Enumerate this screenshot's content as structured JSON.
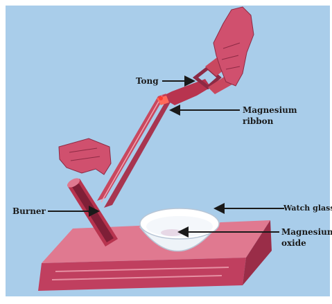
{
  "labels": {
    "tong": "Tong",
    "ribbon_line1": "Magnesium",
    "ribbon_line2": "ribbon",
    "burner": "Burner",
    "watch_glass": "Watch glass",
    "oxide_line1": "Magnesium",
    "oxide_line2": "oxide"
  },
  "colors": {
    "background": "#a9cdea",
    "apparatus": "#d0506e",
    "apparatus_dark": "#8c2a44",
    "glass": "#eef3f8",
    "text": "#1a1a1a"
  }
}
